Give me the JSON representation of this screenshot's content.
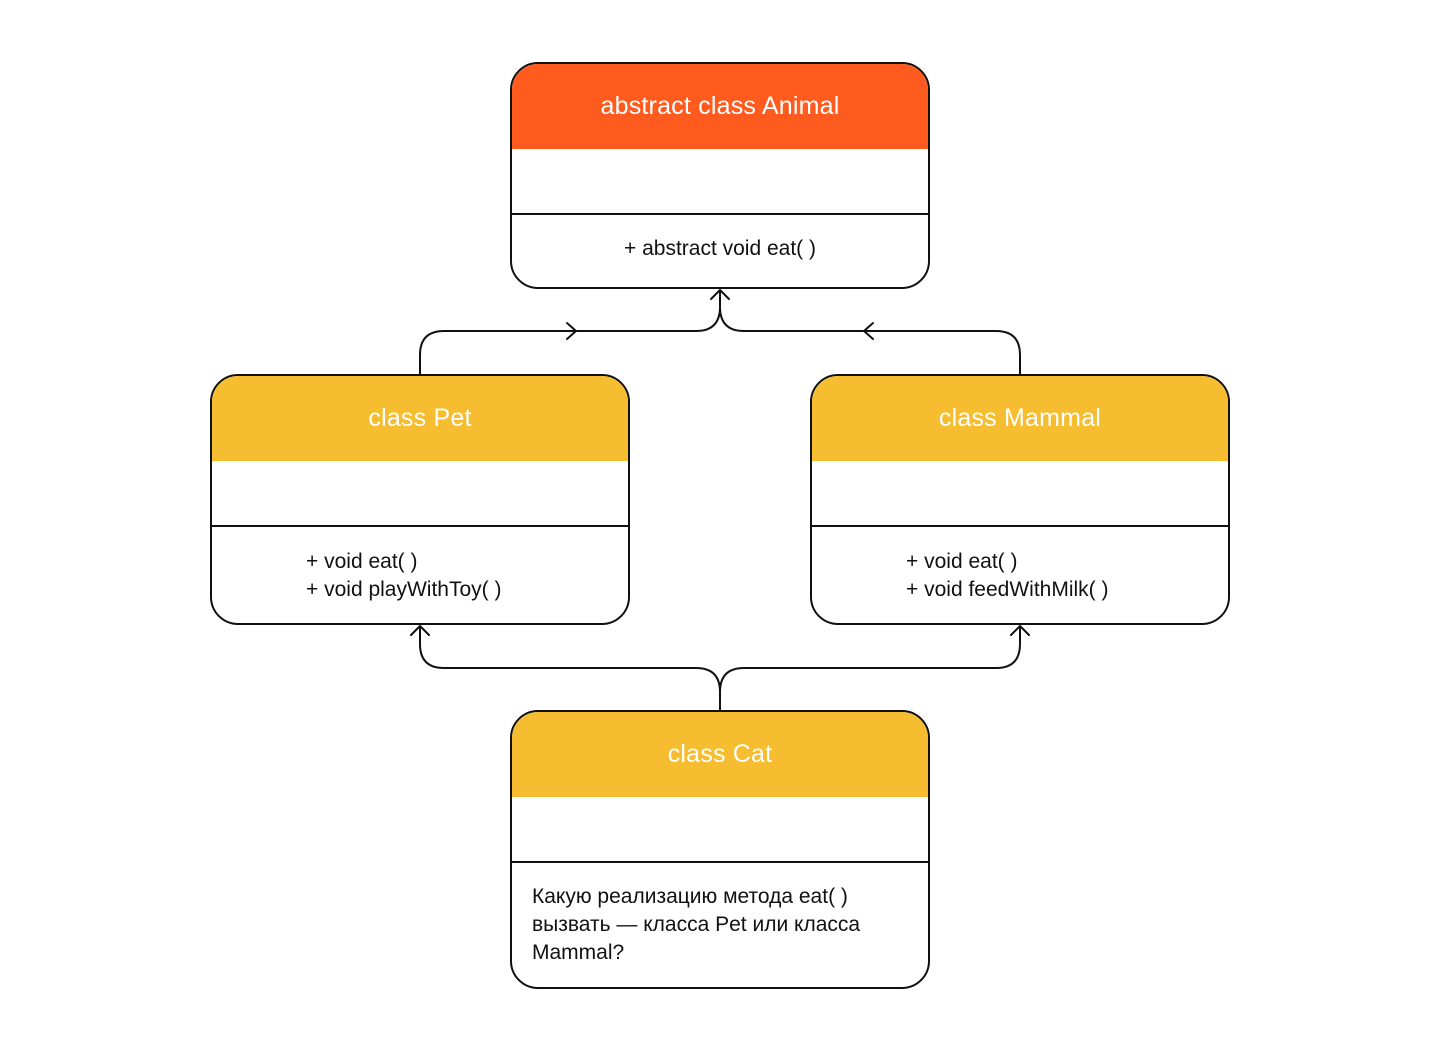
{
  "colors": {
    "abstract_header": "#ff5b1f",
    "class_header": "#f5bd2f",
    "stroke": "#111111",
    "background": "#ffffff"
  },
  "classes": {
    "animal": {
      "title": "abstract class Animal",
      "methods": [
        "+ abstract void eat( )"
      ]
    },
    "pet": {
      "title": "class Pet",
      "methods": [
        "+ void eat( )",
        "+ void playWithToy( )"
      ]
    },
    "mammal": {
      "title": "class Mammal",
      "methods": [
        "+ void eat( )",
        "+ void feedWithMilk( )"
      ]
    },
    "cat": {
      "title": "class Cat",
      "note": "Какую реализацию метода eat( ) вызвать — класса Pet или класса Mammal?"
    }
  }
}
